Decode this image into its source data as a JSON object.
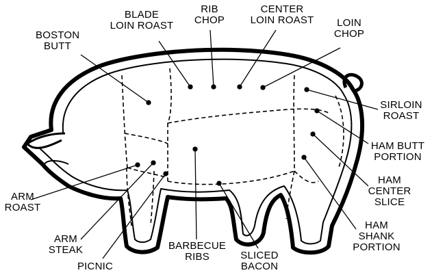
{
  "labels": {
    "boston_butt": "BOSTON\nBUTT",
    "blade_loin_roast": "BLADE\nLOIN ROAST",
    "rib_chop": "RIB\nCHOP",
    "center_loin_roast": "CENTER\nLOIN ROAST",
    "loin_chop": "LOIN\nCHOP",
    "sirloin_roast": "SIRLOIN\nROAST",
    "ham_butt_portion": "HAM BUTT\nPORTION",
    "ham_center_slice": "HAM\nCENTER\nSLICE",
    "ham_shank_portion": "HAM\nSHANK\nPORTION",
    "sliced_bacon": "SLICED\nBACON",
    "barbecue_ribs": "BARBECUE\nRIBS",
    "picnic": "PICNIC",
    "arm_steak": "ARM\nSTEAK",
    "arm_roast": "ARM\nROAST"
  }
}
